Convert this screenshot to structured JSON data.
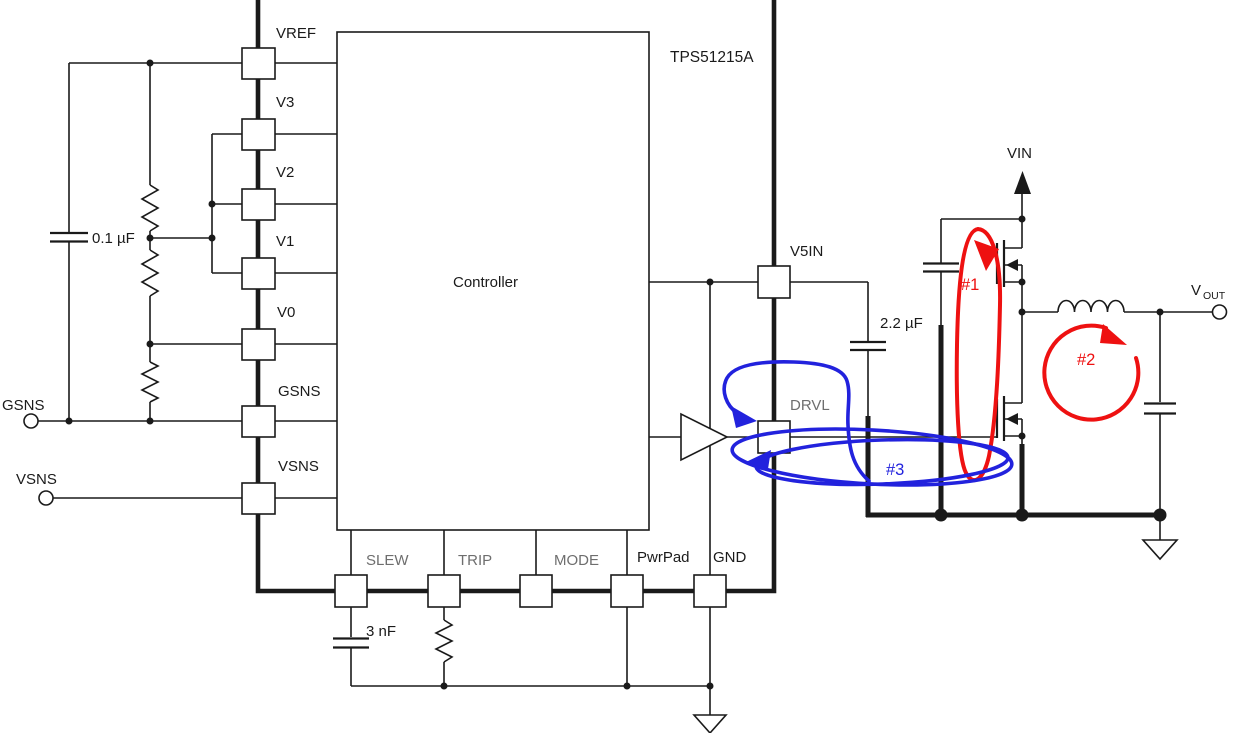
{
  "title": {
    "device": "TPS51215A",
    "block": "Controller"
  },
  "pins": {
    "vref": "VREF",
    "v3": "V3",
    "v2": "V2",
    "v1": "V1",
    "v0": "V0",
    "gsns": "GSNS",
    "vsns": "VSNS",
    "slew": "SLEW",
    "trip": "TRIP",
    "mode": "MODE",
    "pwrpad": "PwrPad",
    "gnd": "GND",
    "v5in": "V5IN",
    "drvl": "DRVL"
  },
  "terminals": {
    "gsns": "GSNS",
    "vsns": "VSNS",
    "vin": "VIN",
    "vout_main": "V",
    "vout_sub": "OUT"
  },
  "components": {
    "vref_cap": "0.1 µF",
    "slew_cap": "3 nF",
    "v5in_cap": "2.2 µF"
  },
  "loops": {
    "loop1": "#1",
    "loop2": "#2",
    "loop3": "#3"
  },
  "colors": {
    "red_loop": "#ee1111",
    "blue_loop": "#2222dd",
    "line_black": "#1a1a1a",
    "gray_label": "#6e6e6e",
    "page_bg": "#ffffff"
  }
}
